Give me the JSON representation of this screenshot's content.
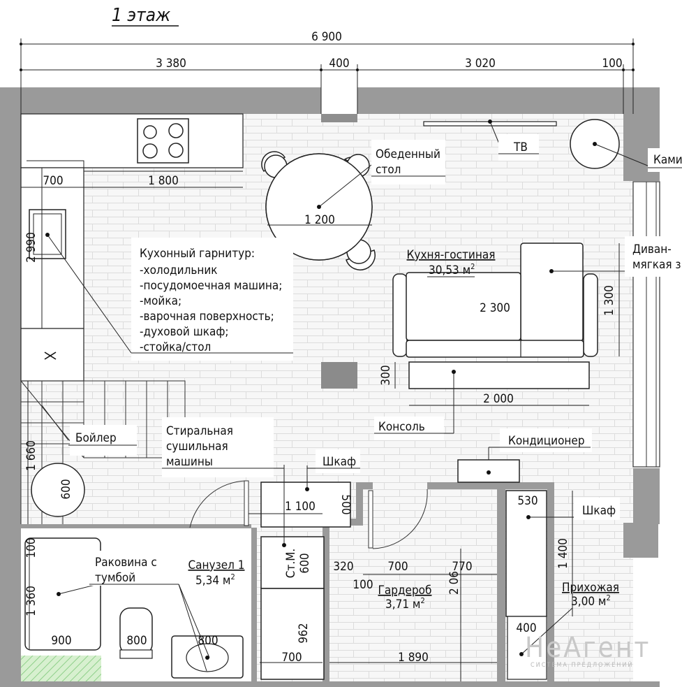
{
  "title": "1 этаж",
  "overall_dims": {
    "total": "6 900",
    "seg1": "3 380",
    "seg2": "400",
    "seg3": "3 020",
    "seg4": "100"
  },
  "kitchen": {
    "dim_700": "700",
    "dim_1800": "1 800",
    "dim_2990": "2 990",
    "label_lines": [
      "Кухонный гарнитур:",
      "-холодильник",
      "-посудомоечная машина;",
      "-мойка;",
      "-варочная поверхность;",
      "-духовой шкаф;",
      "-стойка/стол"
    ]
  },
  "dining": {
    "label": [
      "Обеденный",
      "стол"
    ],
    "dim": "1 200"
  },
  "tv": "ТВ",
  "fireplace": "Камин",
  "sofa": {
    "label": [
      "Диван-",
      "мягкая з"
    ],
    "dim_2300": "2 300",
    "dim_1300": "1 300"
  },
  "living": {
    "name": "Кухня-гостиная",
    "area": "30,53 м",
    "area_sup": "2"
  },
  "console": {
    "label": "Консоль",
    "dim_300": "300",
    "dim_2000": "2 000"
  },
  "boiler": {
    "label": "Бойлер",
    "dim_1660": "1 660",
    "dim_600": "600"
  },
  "washer": {
    "label": [
      "Стиральная",
      "сушильная",
      "машины"
    ]
  },
  "wardrobe_cabinet": {
    "label": "Шкаф",
    "dim_1100": "1 100",
    "dim_500": "500"
  },
  "ac": "Кондиционер",
  "hall_cabinet": {
    "label": "Шкаф",
    "dim_530": "530",
    "dim_1400": "1 400"
  },
  "sink": {
    "label": [
      "Раковина с",
      "тумбой"
    ]
  },
  "bath": {
    "name": "Санузел 1",
    "area": "5,34 м",
    "area_sup": "2"
  },
  "stm": "Ст.М.",
  "closet": {
    "name": "Гардероб",
    "area": "3,71 м",
    "area_sup": "2"
  },
  "hallway": {
    "name": "Прихожая",
    "area": "3,00 м",
    "area_sup": "2"
  },
  "bottom_dims": {
    "d100": "100",
    "d1360": "1 360",
    "d900": "900",
    "d800a": "800",
    "d800b": "800",
    "d600": "600",
    "d962": "962",
    "d700a": "700",
    "d320": "320",
    "d700b": "700",
    "d100b": "100",
    "d770": "770",
    "d2060": "2 06",
    "d1890": "1 890",
    "d400": "400"
  },
  "watermark": {
    "main": "НеАгент",
    "sub": "СИСТЕМА ПРЕДЛОЖЕНИЙ"
  }
}
